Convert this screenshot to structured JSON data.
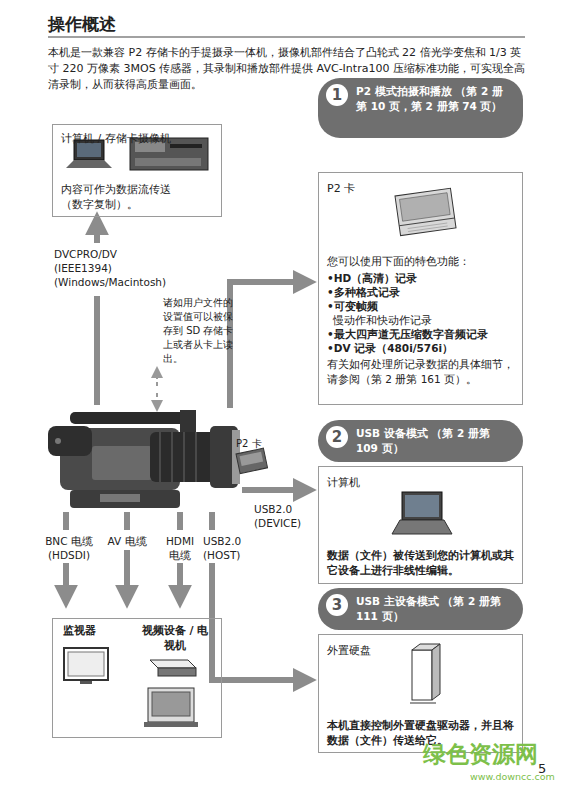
{
  "diagram": {
    "title": "操作概述",
    "nodes": [
      {
        "text": [
          "计算机 / 存储卡摄像机",
          "内容可作为数据流传送 （数字复制）。"
        ]
      },
      {
        "text": [
          "1",
          "P2 模式拍摄和播放 （第 2 册第 10 页，第 2 册第 74 页）"
        ]
      },
      {
        "text": [
          "P2 卡",
          "您可以使用下面的特色功能：",
          "•HD（高清）记录",
          "•多种格式记录",
          "•可变帧频",
          "慢动作和快动作记录",
          "•最大四声道无压缩数字音频记录",
          "•DV 记录（480i/576i）",
          "有关如何处理所记录数据的具体细节，请参阅（第 2 册第 161 页）。"
        ]
      },
      {
        "text": [
          "2",
          "USB 设备模式 （第 2 册第 109 页）"
        ]
      },
      {
        "text": [
          "计算机",
          "数据（文件）被传送到您的计算机或其它设备上进行非线性编辑。"
        ]
      },
      {
        "text": [
          "3",
          "USB 主设备模式 （第 2 册第 111 页）"
        ]
      },
      {
        "text": [
          "外置硬盘",
          "本机直接控制外置硬盘驱动器，并且将数据（文件）传送给它。"
        ]
      },
      {
        "text": [
          "监视器",
          "视频设备 / 电视机"
        ]
      }
    ],
    "labels": [
      "本机是一款兼容 P2 存储卡的手提摄录一体机，摄像机部件结合了凸轮式 22 倍光学变焦和 1/3 英寸 220 万像素 3MOS 传感器，其录制和播放部件提供 AVC-Intra100 压缩标准功能，可实现全高清录制，从而获得高质量画面。",
      "DVCPRO/DV (IEEE1394) (Windows/Macintosh)",
      "诸如用户文件的设置值可以被保存到 SD 存储卡上或者从卡上读出。",
      "P2 卡",
      "USB2.0 (DEVICE)",
      "BNC 电缆 (HDSDI)",
      "AV 电缆",
      "HDMI 电缆",
      "USB2.0 (HOST)",
      "绿色资源网",
      "www.downcc.com",
      "5"
    ]
  }
}
